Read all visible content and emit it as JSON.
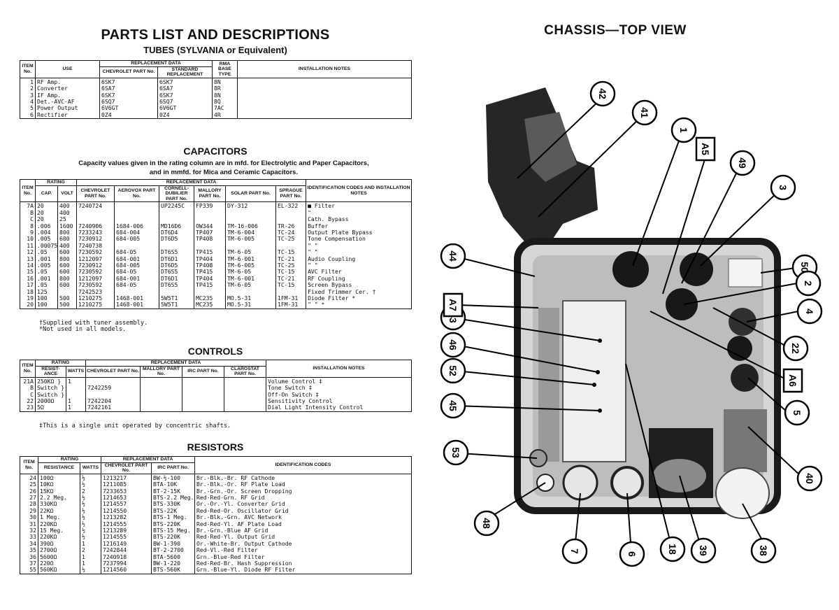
{
  "left": {
    "title": "PARTS LIST AND DESCRIPTIONS",
    "tubes": {
      "subtitle": "TUBES (SYLVANIA or Equivalent)",
      "headers": {
        "item": "ITEM No.",
        "use": "USE",
        "replacement": "REPLACEMENT DATA",
        "chevrolet": "CHEVROLET PART No.",
        "standard": "STANDARD REPLACEMENT",
        "rma": "RMA BASE TYPE",
        "notes": "INSTALLATION NOTES"
      },
      "rows": [
        [
          "1",
          "RF Amp.",
          "6SK7",
          "6SK7",
          "8N"
        ],
        [
          "2",
          "Converter",
          "6SA7",
          "6SA7",
          "8R"
        ],
        [
          "3",
          "IF Amp.",
          "6SK7",
          "6SK7",
          "8N"
        ],
        [
          "4",
          "Det.-AVC-AF",
          "6SQ7",
          "6SQ7",
          "8Q"
        ],
        [
          "5",
          "Power Output",
          "6V6GT",
          "6V6GT",
          "7AC"
        ],
        [
          "6",
          "Rectifier",
          "0Z4",
          "0Z4",
          "4R"
        ]
      ]
    },
    "capacitors": {
      "title": "CAPACITORS",
      "note": "Capacity values given in the rating column are in mfd. for Electrolytic and Paper Capacitors, and in mmfd. for Mica and Ceramic Capacitors.",
      "headers": {
        "item": "ITEM No.",
        "rating": "RATING",
        "cap": "CAP.",
        "volt": "VOLT",
        "replacement": "REPLACEMENT DATA",
        "chevrolet": "CHEVROLET PART No.",
        "aerovox": "AEROVOX PART No.",
        "cornell": "CORNELL-DUBILIER PART No.",
        "mallory": "MALLORY PART No.",
        "solar": "SOLAR PART No.",
        "sprague": "SPRAGUE PART No.",
        "notes": "IDENTIFICATION CODES AND INSTALLATION NOTES"
      },
      "rows": [
        [
          "7A",
          "20",
          "400",
          "7240724",
          "",
          "UP2245C",
          "FP339",
          "DY-312",
          "EL-322",
          "■ Filter"
        ],
        [
          "B",
          "20",
          "400",
          "",
          "",
          "",
          "",
          "",
          "",
          "\""
        ],
        [
          "C",
          "20",
          "25",
          "",
          "",
          "",
          "",
          "",
          "",
          "Cath. Bypass"
        ],
        [
          "8",
          ".006",
          "1600",
          "7240906",
          "1684-006",
          "MD16D6",
          "OW344",
          "TM-16-006",
          "TR-26",
          "Buffer"
        ],
        [
          "9",
          ".004",
          "800",
          "7233243",
          "684-004",
          "DT6D4",
          "TP407",
          "TM-6-004",
          "TC-24",
          "Output Plate Bypass"
        ],
        [
          "10",
          ".005",
          "600",
          "7230912",
          "684-005",
          "DT6D5",
          "TP408",
          "TM-6-005",
          "TC-25",
          "Tone Compensation"
        ],
        [
          "11",
          ".00075",
          "400",
          "7240738",
          "",
          "",
          "",
          "",
          "",
          "\"        \""
        ],
        [
          "12",
          ".05",
          "600",
          "7230592",
          "684-05",
          "DT6S5",
          "TP415",
          "TM-6-05",
          "TC-15",
          "\"        \""
        ],
        [
          "13",
          ".001",
          "800",
          "1212097",
          "684-001",
          "DT6D1",
          "TP404",
          "TM-6-001",
          "TC-21",
          "Audio Coupling"
        ],
        [
          "14",
          ".005",
          "600",
          "7230912",
          "684-005",
          "DT6D5",
          "TP408",
          "TM-6-005",
          "TC-25",
          "\"    \""
        ],
        [
          "15",
          ".05",
          "600",
          "7230592",
          "684-05",
          "DT6S5",
          "TP415",
          "TM-6-05",
          "TC-15",
          "AVC Filter"
        ],
        [
          "16",
          ".001",
          "800",
          "1212097",
          "684-001",
          "DT6D1",
          "TP404",
          "TM-6-001",
          "TC-21",
          "RF Coupling"
        ],
        [
          "17",
          ".05",
          "600",
          "7230592",
          "684-05",
          "DT6S5",
          "TP415",
          "TM-6-05",
          "TC-15",
          "Screen Bypass"
        ],
        [
          "18",
          "125",
          "",
          "7242523",
          "",
          "",
          "",
          "",
          "",
          "Fixed Trimmer Cer. †"
        ],
        [
          "19",
          "100",
          "500",
          "1210275",
          "1468-001",
          "5W5T1",
          "MC235",
          "MO.5-31",
          "1FM-31",
          "Diode Filter *"
        ],
        [
          "20",
          "100",
          "500",
          "1210275",
          "1468-001",
          "5W5T1",
          "MC235",
          "MO.5-31",
          "1FM-31",
          "\"    \"    *"
        ]
      ],
      "footnotes": "†Supplied with tuner assembly.\n*Not used in all models."
    },
    "controls": {
      "title": "CONTROLS",
      "headers": {
        "item": "ITEM No.",
        "rating": "RATING",
        "resistance": "RESIST-ANCE",
        "watts": "WATTS",
        "replacement": "REPLACEMENT DATA",
        "chevrolet": "CHEVROLET PART No.",
        "mallory": "MALLORY PART No.",
        "irc": "IRC PART No.",
        "clarostat": "CLAROSTAT PART No.",
        "notes": "INSTALLATION NOTES"
      },
      "rows": [
        [
          "21A",
          "250KΩ }",
          "1",
          "",
          "",
          "",
          "",
          "Volume Control  ‡"
        ],
        [
          "B",
          "Switch }",
          "",
          "7242259",
          "",
          "",
          "",
          "Tone Switch ‡"
        ],
        [
          "C",
          "Switch }",
          "",
          "",
          "",
          "",
          "",
          "Off-On Switch ‡"
        ],
        [
          "22",
          "2000Ω",
          "1",
          "7242204",
          "",
          "",
          "",
          "Sensitivity Control"
        ],
        [
          "23",
          "5Ω",
          "1",
          "7242161",
          "",
          "",
          "",
          "Dial Light Intensity Control"
        ]
      ],
      "footnote": "‡This is a single unit operated by concentric shafts."
    },
    "resistors": {
      "title": "RESISTORS",
      "headers": {
        "item": "ITEM No.",
        "rating": "RATING",
        "resistance": "RESISTANCE",
        "watts": "WATTS",
        "replacement": "REPLACEMENT DATA",
        "chevrolet": "CHEVROLET PART No.",
        "irc": "IRC PART No.",
        "codes": "IDENTIFICATION CODES"
      },
      "rows": [
        [
          "24",
          "100Ω",
          "½",
          "1213217",
          "BW-½-100",
          "Br.-Blk.-Br. RF Cathode"
        ],
        [
          "25",
          "10KΩ",
          "½",
          "1211085",
          "BTA-10K",
          "Br.-Blk.-Or. RF Plate Load"
        ],
        [
          "26",
          "15KΩ",
          "2",
          "7233653",
          "BT-2-15K",
          "Br.-Grn.-Or. Screen Dropping"
        ],
        [
          "27",
          "2.2 Meg.",
          "½",
          "1214653",
          "BTS-2.2 Meg.",
          "Red-Red-Grn. RF Grid"
        ],
        [
          "28",
          "330KΩ",
          "½",
          "1214557",
          "BTS-330K",
          "Or.-Or.-Yl. Converter Grid"
        ],
        [
          "29",
          "22KΩ",
          "½",
          "1214550",
          "BTS-22K",
          "Red-Red-Or. Oscillator Grid"
        ],
        [
          "30",
          "1 Meg.",
          "½",
          "1213282",
          "BTS-1 Meg.",
          "Br.-Blk.-Grn. AVC Network"
        ],
        [
          "31",
          "220KΩ",
          "½",
          "1214555",
          "BTS-220K",
          "Red-Red-Yl. AF Plate Load"
        ],
        [
          "32",
          "15 Meg.",
          "½",
          "1213289",
          "BTS-15 Meg.",
          "Br.-Grn.-Blue AF Grid"
        ],
        [
          "33",
          "220KΩ",
          "½",
          "1214555",
          "BTS-220K",
          "Red-Red-Yl. Output Grid"
        ],
        [
          "34",
          "390Ω",
          "1",
          "1216149",
          "BW-1-390",
          "Or.-White-Br. Output Cathode"
        ],
        [
          "35",
          "2700Ω",
          "2",
          "7242844",
          "BT-2-2700",
          "Red-Vl.-Red Filter"
        ],
        [
          "36",
          "5600Ω",
          "1",
          "7240918",
          "BTA-5600",
          "Grn.-Blue-Red Filter"
        ],
        [
          "37",
          "220Ω",
          "1",
          "7237994",
          "BW-1-220",
          "Red-Red-Br. Hash Suppression"
        ],
        [
          "55",
          "560KΩ",
          "½",
          "1214560",
          "BTS-560K",
          "Grn.-Blue-Yl. Diode RF Filter"
        ]
      ]
    }
  },
  "right": {
    "title": "CHASSIS—TOP VIEW",
    "callouts": [
      "42",
      "41",
      "1",
      "A5",
      "49",
      "3",
      "50",
      "2",
      "4",
      "22",
      "A6",
      "5",
      "40",
      "38",
      "39",
      "18",
      "6",
      "7",
      "48",
      "53",
      "45",
      "52",
      "46",
      "43",
      "A7",
      "44"
    ]
  },
  "colors": {
    "ink": "#111111",
    "paper": "#ffffff",
    "photo_dark": "#262626",
    "photo_mid": "#8a8a8a",
    "photo_light": "#d8d8d8"
  }
}
